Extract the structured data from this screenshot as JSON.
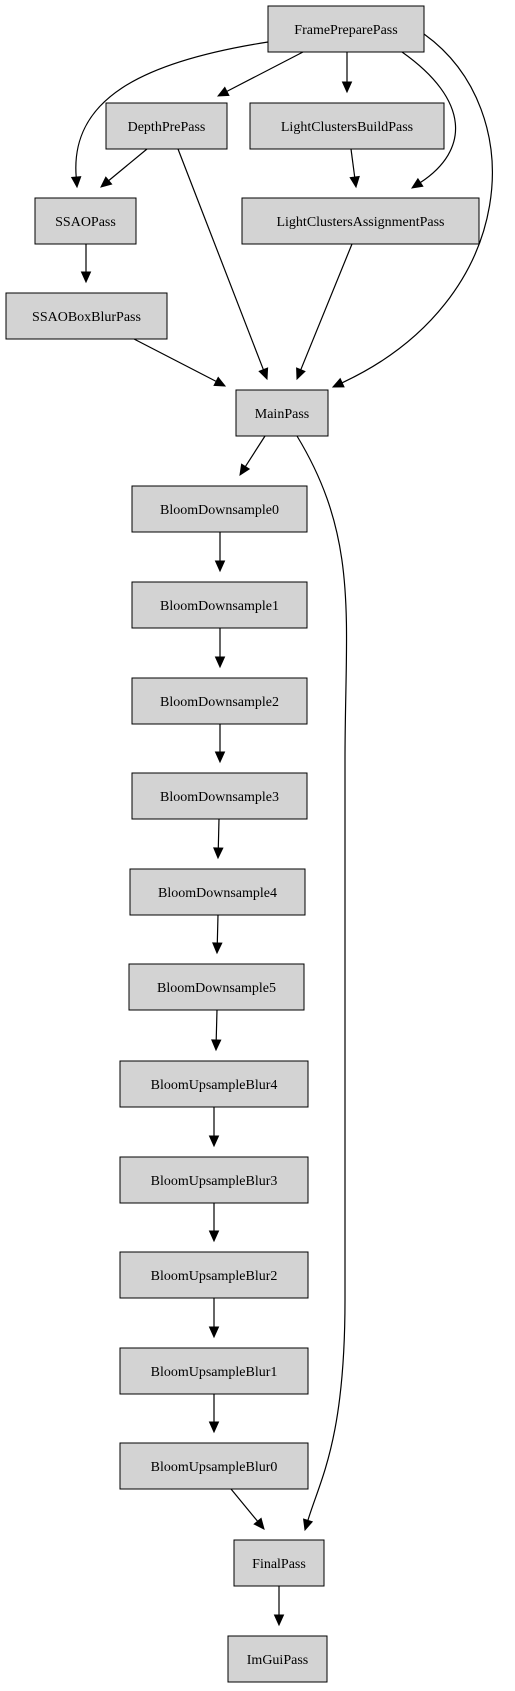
{
  "graph": {
    "nodes": [
      {
        "id": "FramePreparePass",
        "label": "FramePreparePass"
      },
      {
        "id": "DepthPrePass",
        "label": "DepthPrePass"
      },
      {
        "id": "LightClustersBuildPass",
        "label": "LightClustersBuildPass"
      },
      {
        "id": "SSAOPass",
        "label": "SSAOPass"
      },
      {
        "id": "LightClustersAssignmentPass",
        "label": "LightClustersAssignmentPass"
      },
      {
        "id": "SSAOBoxBlurPass",
        "label": "SSAOBoxBlurPass"
      },
      {
        "id": "MainPass",
        "label": "MainPass"
      },
      {
        "id": "BloomDownsample0",
        "label": "BloomDownsample0"
      },
      {
        "id": "BloomDownsample1",
        "label": "BloomDownsample1"
      },
      {
        "id": "BloomDownsample2",
        "label": "BloomDownsample2"
      },
      {
        "id": "BloomDownsample3",
        "label": "BloomDownsample3"
      },
      {
        "id": "BloomDownsample4",
        "label": "BloomDownsample4"
      },
      {
        "id": "BloomDownsample5",
        "label": "BloomDownsample5"
      },
      {
        "id": "BloomUpsampleBlur4",
        "label": "BloomUpsampleBlur4"
      },
      {
        "id": "BloomUpsampleBlur3",
        "label": "BloomUpsampleBlur3"
      },
      {
        "id": "BloomUpsampleBlur2",
        "label": "BloomUpsampleBlur2"
      },
      {
        "id": "BloomUpsampleBlur1",
        "label": "BloomUpsampleBlur1"
      },
      {
        "id": "BloomUpsampleBlur0",
        "label": "BloomUpsampleBlur0"
      },
      {
        "id": "FinalPass",
        "label": "FinalPass"
      },
      {
        "id": "ImGuiPass",
        "label": "ImGuiPass"
      }
    ],
    "edges": [
      {
        "from": "FramePreparePass",
        "to": "SSAOPass"
      },
      {
        "from": "FramePreparePass",
        "to": "DepthPrePass"
      },
      {
        "from": "FramePreparePass",
        "to": "LightClustersBuildPass"
      },
      {
        "from": "FramePreparePass",
        "to": "LightClustersAssignmentPass"
      },
      {
        "from": "FramePreparePass",
        "to": "MainPass"
      },
      {
        "from": "DepthPrePass",
        "to": "SSAOPass"
      },
      {
        "from": "DepthPrePass",
        "to": "MainPass"
      },
      {
        "from": "LightClustersBuildPass",
        "to": "LightClustersAssignmentPass"
      },
      {
        "from": "SSAOPass",
        "to": "SSAOBoxBlurPass"
      },
      {
        "from": "LightClustersAssignmentPass",
        "to": "MainPass"
      },
      {
        "from": "SSAOBoxBlurPass",
        "to": "MainPass"
      },
      {
        "from": "MainPass",
        "to": "BloomDownsample0"
      },
      {
        "from": "MainPass",
        "to": "FinalPass"
      },
      {
        "from": "BloomDownsample0",
        "to": "BloomDownsample1"
      },
      {
        "from": "BloomDownsample1",
        "to": "BloomDownsample2"
      },
      {
        "from": "BloomDownsample2",
        "to": "BloomDownsample3"
      },
      {
        "from": "BloomDownsample3",
        "to": "BloomDownsample4"
      },
      {
        "from": "BloomDownsample4",
        "to": "BloomDownsample5"
      },
      {
        "from": "BloomDownsample5",
        "to": "BloomUpsampleBlur4"
      },
      {
        "from": "BloomUpsampleBlur4",
        "to": "BloomUpsampleBlur3"
      },
      {
        "from": "BloomUpsampleBlur3",
        "to": "BloomUpsampleBlur2"
      },
      {
        "from": "BloomUpsampleBlur2",
        "to": "BloomUpsampleBlur1"
      },
      {
        "from": "BloomUpsampleBlur1",
        "to": "BloomUpsampleBlur0"
      },
      {
        "from": "BloomUpsampleBlur0",
        "to": "FinalPass"
      },
      {
        "from": "FinalPass",
        "to": "ImGuiPass"
      }
    ]
  },
  "colors": {
    "node_fill": "#d3d3d3",
    "node_stroke": "#000000",
    "edge": "#000000",
    "background": "#ffffff"
  }
}
